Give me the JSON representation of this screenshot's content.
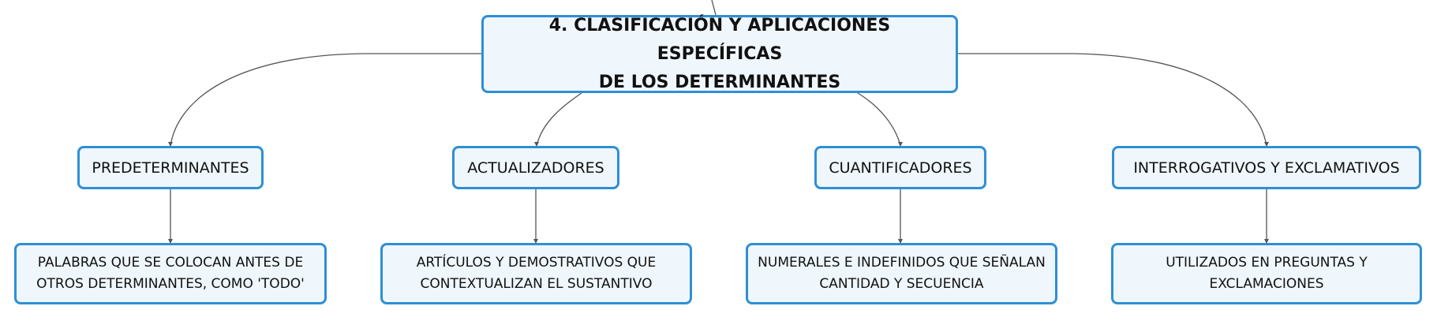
{
  "colors": {
    "node_border": "#2e8fd6",
    "node_fill": "#eff6fc",
    "connector": "#555555",
    "text": "#111111"
  },
  "root": {
    "line1": "4. CLASIFICACIÓN Y APLICACIONES ESPECÍFICAS",
    "line2": "DE LOS DETERMINANTES"
  },
  "categories": [
    {
      "label": "PREDETERMINANTES"
    },
    {
      "label": "ACTUALIZADORES"
    },
    {
      "label": "CUANTIFICADORES"
    },
    {
      "label": "INTERROGATIVOS Y EXCLAMATIVOS"
    }
  ],
  "descriptions": [
    {
      "line1": "PALABRAS QUE SE COLOCAN ANTES DE",
      "line2": "OTROS DETERMINANTES, COMO 'TODO'"
    },
    {
      "line1": "ARTÍCULOS Y DEMOSTRATIVOS QUE",
      "line2": "CONTEXTUALIZAN EL SUSTANTIVO"
    },
    {
      "line1": "NUMERALES E INDEFINIDOS QUE SEÑALAN",
      "line2": "CANTIDAD Y SECUENCIA"
    },
    {
      "line1": "UTILIZADOS EN PREGUNTAS Y",
      "line2": "EXCLAMACIONES"
    }
  ]
}
